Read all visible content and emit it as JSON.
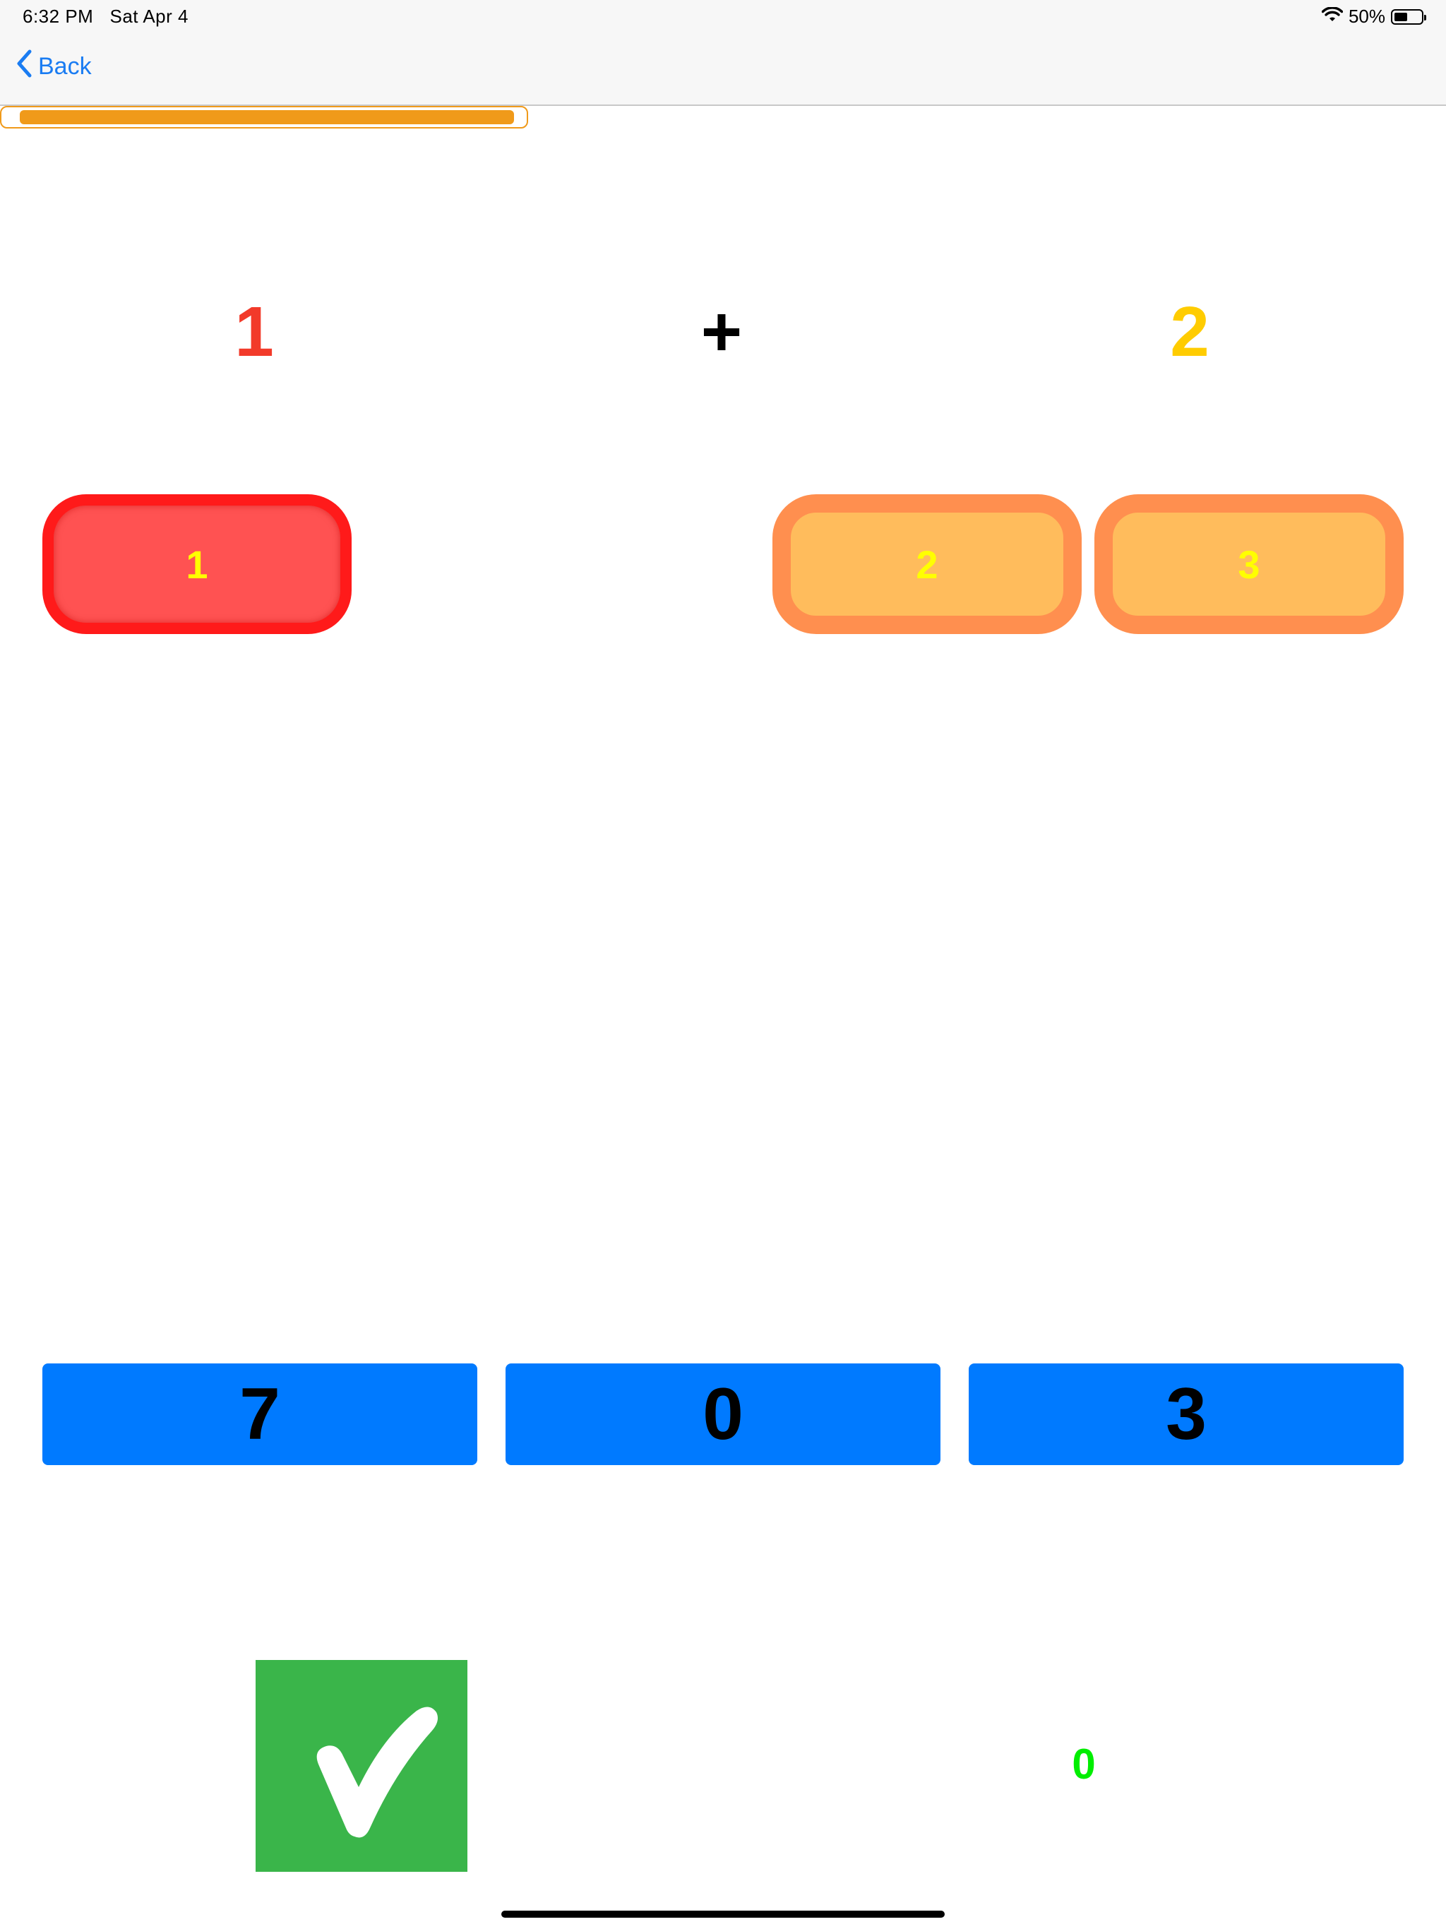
{
  "status_bar": {
    "time": "6:32 PM",
    "date": "Sat Apr 4",
    "battery": "50%",
    "battery_level": 0.5
  },
  "nav": {
    "back_label": "Back"
  },
  "progress": {
    "fraction": 0.98,
    "color": "#f09a1a"
  },
  "equation": {
    "left": "1",
    "operator": "+",
    "right": "2"
  },
  "counters": {
    "left": [
      "1"
    ],
    "right": [
      "2",
      "3"
    ]
  },
  "answers": [
    "7",
    "0",
    "3"
  ],
  "score": "0",
  "colors": {
    "left_number": "#f23a2a",
    "right_number": "#ffcc00",
    "counter_text": "#ffff00",
    "answer_button": "#007aff",
    "check_button": "#3ab54a",
    "score": "#00ee00",
    "back": "#1a7cf2"
  }
}
